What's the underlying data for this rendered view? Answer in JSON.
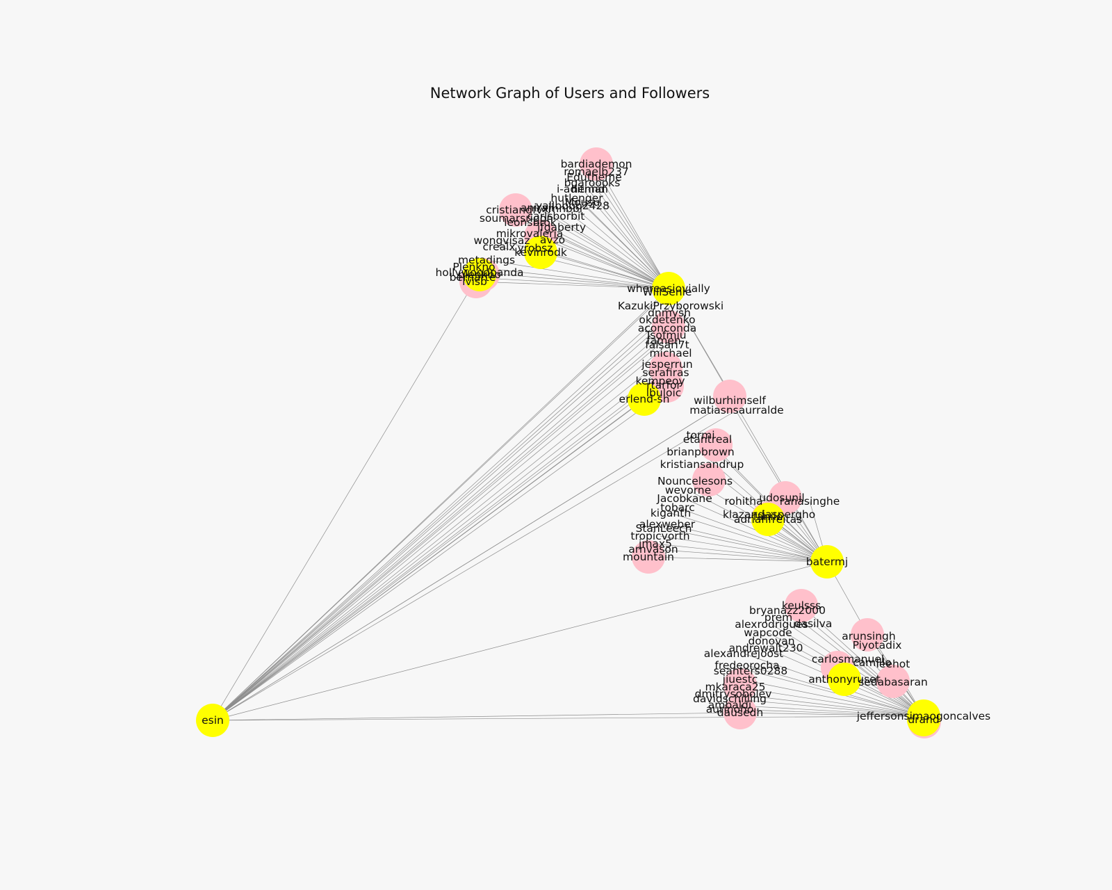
{
  "title": "Network Graph of Users and Followers",
  "colors": {
    "user_node": "#ffff00",
    "follower_node": "#ffc0cb",
    "edge": "#8c8c8c"
  },
  "chart_data": {
    "type": "network",
    "title": "Network Graph of Users and Followers",
    "node_types": {
      "user": "yellow",
      "follower": "pink"
    },
    "users": [
      "esin",
      "whereasiovially",
      "erlend-sh",
      "batermj",
      "jeffersonsimaogoncalves",
      "kevinrodk",
      "drand",
      "anthonyruset",
      "adrianfreitas",
      "plenkno"
    ],
    "followers": [
      "bardiademon",
      "romaelb237",
      "Edutheme",
      "bgaroooks",
      "hennd",
      "i-aditman",
      "hutlenger",
      "Mousu",
      "yallbbbb2428",
      "cristiandfv",
      "aniraji",
      "xmnbbr",
      "soumarsrigon",
      "carlsborbit",
      "leonsbrok",
      "jfgaberty",
      "mikrovaleria",
      "wongvisaz",
      "avzo",
      "crealx",
      "yrobsz",
      "kevinrodk",
      "metadings",
      "Plenkno",
      "hollywoodpanda",
      "bernarte",
      "lvisb",
      "WillSenie",
      "KazukiPrzyborowski",
      "dnmysh",
      "okdetenko",
      "aconconda",
      "Tsofmiu",
      "famen",
      "falsari7t",
      "michael",
      "jesperrun",
      "serafiras",
      "kempeoy",
      "rtarfor",
      "lbuloic",
      "wilburhimself",
      "matiasnsaurralde",
      "tormi",
      "etantreal",
      "brianpbrown",
      "kristiansandrup",
      "Nouncelesons",
      "wevorne",
      "Jacobkane",
      "tobarc",
      "kiganth",
      "udosunil",
      "rohitha",
      "ranasinghe",
      "klazand",
      "jaspergho",
      "fanilo",
      "alexweber",
      "StanLeech",
      "tropicvorth",
      "jmax5",
      "arnvason",
      "mountain",
      "keulsss",
      "bryanazz2000",
      "prem",
      "alexrodrigues",
      "dasilva",
      "wapcode",
      "donovan",
      "andrewalt230",
      "alexandrejoost",
      "fredeorocha",
      "carlosmanuel",
      "seanterrs0288",
      "jiuestc",
      "arunsingh",
      "Piyotadix",
      "camillo",
      "leehot",
      "sedabasaran",
      "mkaraca25",
      "dmitrysobolev",
      "davidschilling",
      "ambaldi",
      "aurinoho",
      "dausedh"
    ],
    "edges": {
      "esin": 60,
      "whereasiovially": 45,
      "batermj": 30,
      "jeffersonsimaogoncalves": 20
    }
  }
}
